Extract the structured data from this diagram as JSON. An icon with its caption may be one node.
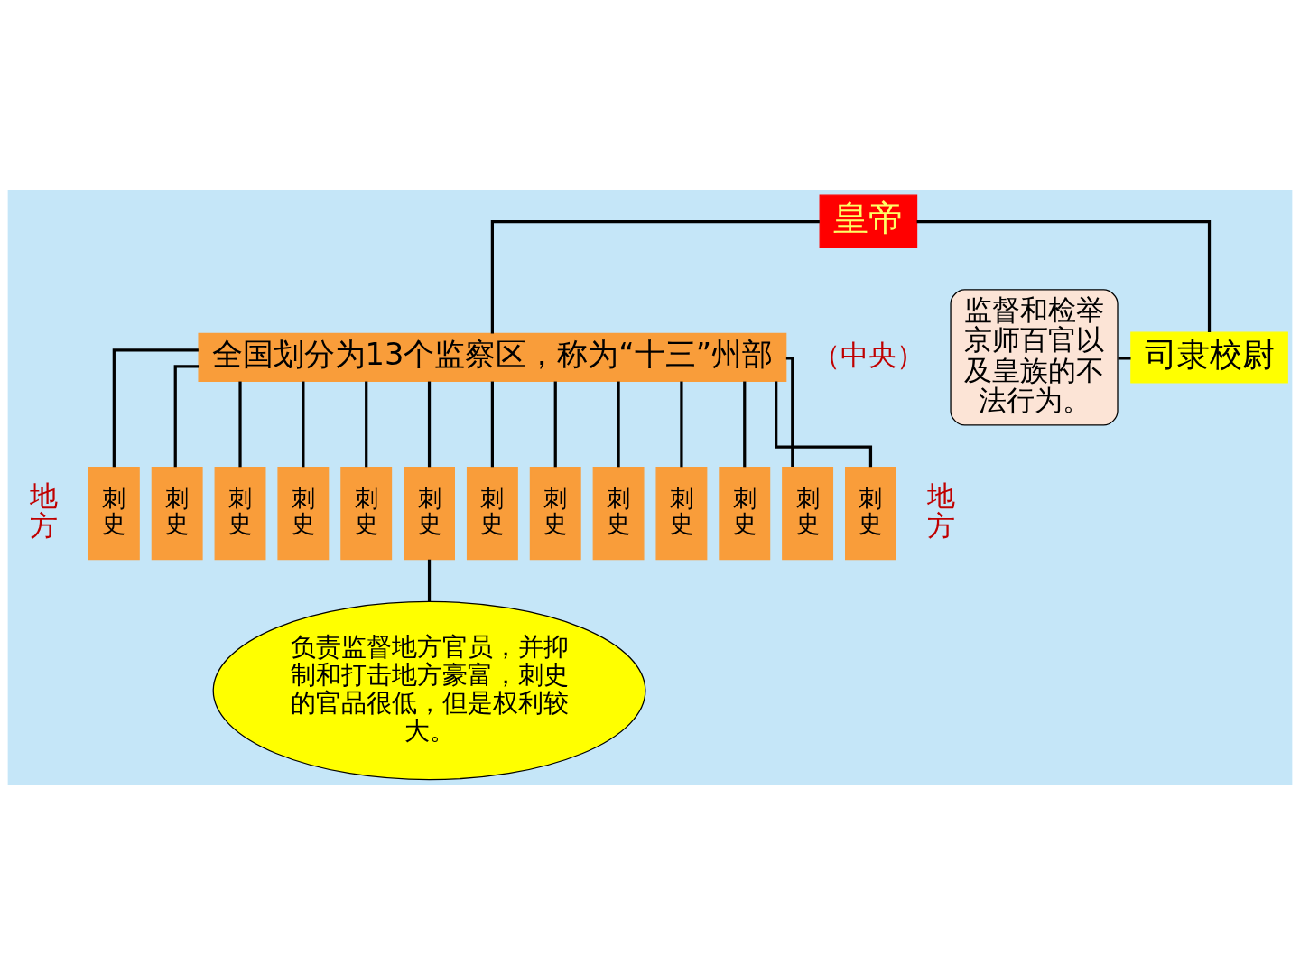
{
  "diagram": {
    "nodes": [
      {
        "text": [
          "皇帝"
        ]
      },
      {
        "text": [
          "司隶校尉"
        ]
      },
      {
        "text": [
          "监督和检举京师百官以及皇族的不法行为。"
        ]
      },
      {
        "text": [
          "全国划分为13个监察区，称为“十三”州部"
        ]
      },
      {
        "text": [
          "刺史"
        ]
      },
      {
        "text": [
          "刺史"
        ]
      },
      {
        "text": [
          "刺史"
        ]
      },
      {
        "text": [
          "刺史"
        ]
      },
      {
        "text": [
          "刺史"
        ]
      },
      {
        "text": [
          "刺史"
        ]
      },
      {
        "text": [
          "刺史"
        ]
      },
      {
        "text": [
          "刺史"
        ]
      },
      {
        "text": [
          "刺史"
        ]
      },
      {
        "text": [
          "刺史"
        ]
      },
      {
        "text": [
          "刺史"
        ]
      },
      {
        "text": [
          "刺史"
        ]
      },
      {
        "text": [
          "刺史"
        ]
      },
      {
        "text": [
          "负责监督地方官员，并抑制和打击地方豪富，刺史的官品很低，但是权利较大。"
        ]
      }
    ],
    "edges": [
      {
        "from": 0,
        "to": 1,
        "arrow": "none"
      },
      {
        "from": 2,
        "to": 1,
        "arrow": "none"
      },
      {
        "from": 0,
        "to": 3,
        "arrow": "none"
      },
      {
        "from": 3,
        "to": 4,
        "arrow": "none"
      },
      {
        "from": 3,
        "to": 5,
        "arrow": "none"
      },
      {
        "from": 3,
        "to": 6,
        "arrow": "none"
      },
      {
        "from": 3,
        "to": 7,
        "arrow": "none"
      },
      {
        "from": 3,
        "to": 8,
        "arrow": "none"
      },
      {
        "from": 3,
        "to": 9,
        "arrow": "none"
      },
      {
        "from": 3,
        "to": 10,
        "arrow": "none"
      },
      {
        "from": 3,
        "to": 11,
        "arrow": "none"
      },
      {
        "from": 3,
        "to": 12,
        "arrow": "none"
      },
      {
        "from": 3,
        "to": 13,
        "arrow": "none"
      },
      {
        "from": 3,
        "to": 14,
        "arrow": "none"
      },
      {
        "from": 3,
        "to": 15,
        "arrow": "none"
      },
      {
        "from": 3,
        "to": 16,
        "arrow": "none"
      },
      {
        "from": 9,
        "to": 17,
        "arrow": "none"
      }
    ],
    "labels": [
      "（中央）",
      "地方",
      "地方"
    ]
  }
}
